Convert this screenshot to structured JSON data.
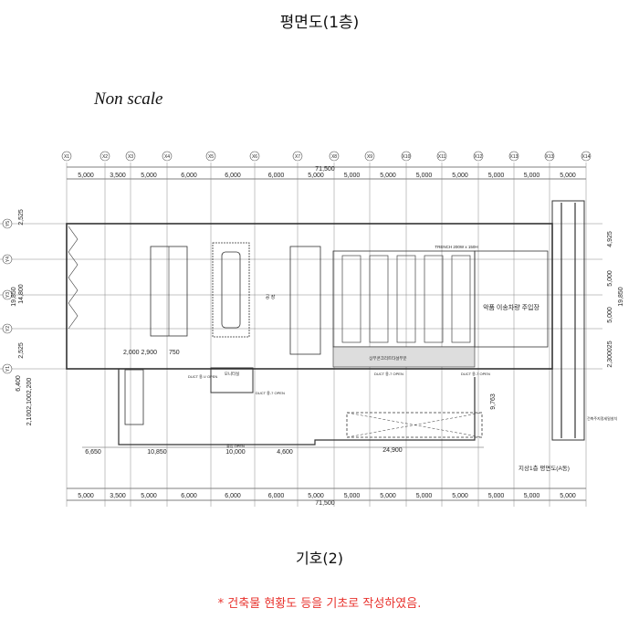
{
  "title": "평면도(1층)",
  "scale_note": "Non scale",
  "legend_heading": "기호(2)",
  "footnote": "* 건축물 현황도 등을 기초로 작성하였음.",
  "colors": {
    "note": "#e8322d",
    "lines": "#333333"
  },
  "plan": {
    "grid_x": [
      "X1",
      "X2",
      "X3",
      "X4",
      "X5",
      "X6",
      "X7",
      "X8",
      "X9",
      "X10",
      "X11",
      "X12",
      "X13",
      "X13",
      "X14"
    ],
    "grid_y": [
      "Y5",
      "Y4",
      "Y3",
      "Y2",
      "Y1"
    ],
    "total_width": "71,500",
    "spans": [
      "5,000",
      "3,500",
      "5,000",
      "6,000",
      "6,000",
      "6,000",
      "5,000",
      "5,000",
      "5,000",
      "5,000",
      "5,000",
      "5,000",
      "5,000",
      "5,000"
    ],
    "left_dims": {
      "total": "19,850",
      "top": "2,525",
      "middle": "14,800",
      "bottom": "2,525",
      "lower_total": "6,400",
      "lower_parts": "2,1002,1002,200"
    },
    "right_dims": {
      "total": "19,850",
      "parts": [
        "4,925",
        "5,000",
        "5,000",
        "2,300025"
      ]
    },
    "lower_dims": [
      "6,650",
      "10,850",
      "10,000",
      "4,600",
      "24,900"
    ],
    "inner_dims": "2,000 2,900",
    "inner_dim_2": "750",
    "dim_9763": "9,763",
    "labels": {
      "trench": "TRENCH 200W x 150H",
      "parking": "악품 이송차량 주입장",
      "hall": "공 장",
      "room": "모니터실",
      "duct1": "DUCT 용-V OPEN",
      "duct2": "DUCT 용-7 OPEN",
      "duct3": "DUCT 용-7 OPEN",
      "duct4": "DUCT 용-7 OPEN",
      "concrete": "상부콘크리트타설부분",
      "outdoor": "건축주지정세밀설치",
      "caption": "지상1층 평면도(A동)",
      "open_door": "출입 OPEN"
    }
  }
}
